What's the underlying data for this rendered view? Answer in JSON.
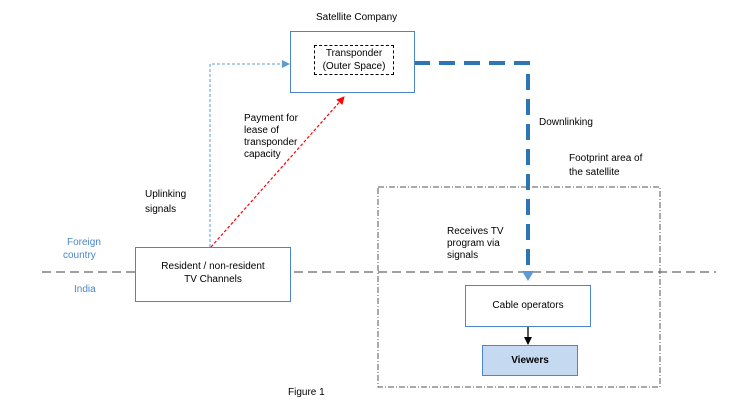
{
  "satellite": {
    "company_label": "Satellite Company",
    "transponder_line1": "Transponder",
    "transponder_line2": "(Outer Space)"
  },
  "tv_channels": {
    "line1": "Resident / non-resident",
    "line2": "TV Channels"
  },
  "cable_operators": "Cable operators",
  "viewers": "Viewers",
  "labels": {
    "payment": [
      "Payment for",
      "lease of",
      "transponder",
      "capacity"
    ],
    "uplinking": [
      "Uplinking",
      "signals"
    ],
    "downlinking": "Downlinking",
    "footprint": [
      "Footprint area of",
      "the satellite"
    ],
    "receives": [
      "Receives TV",
      "program via",
      "signals"
    ],
    "foreign": [
      "Foreign",
      "country"
    ],
    "india": "India"
  },
  "figure_caption": "Figure 1",
  "colors": {
    "box_border": "#4a86c8",
    "viewers_fill": "#c5d9f1",
    "uplink_arrow": "#5b9bd5",
    "payment_arrow": "#ff0000",
    "downlink_line": "#2e75b6",
    "border_line": "#666666",
    "region_text": "#4a86c8"
  }
}
